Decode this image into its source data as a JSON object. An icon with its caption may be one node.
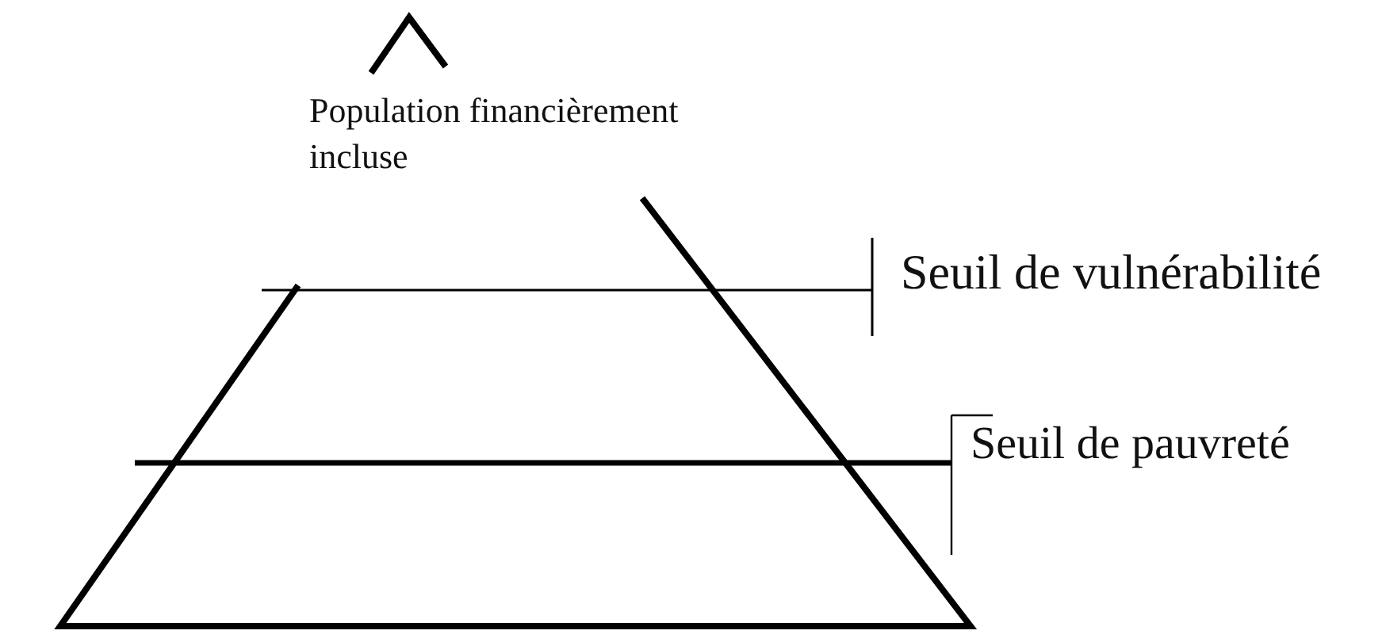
{
  "diagram": {
    "labels": [
      "Population financièrement incluse",
      "Seuil de vulnérabilité",
      "Seuil de pauvreté"
    ]
  }
}
